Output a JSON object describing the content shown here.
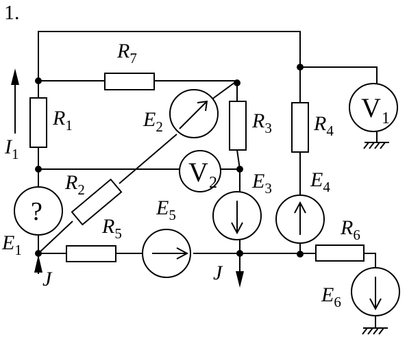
{
  "problem_number": "1.",
  "labels": {
    "R1": {
      "main": "R",
      "sub": "1"
    },
    "R2": {
      "main": "R",
      "sub": "2"
    },
    "R3": {
      "main": "R",
      "sub": "3"
    },
    "R4": {
      "main": "R",
      "sub": "4"
    },
    "R5": {
      "main": "R",
      "sub": "5"
    },
    "R6": {
      "main": "R",
      "sub": "6"
    },
    "R7": {
      "main": "R",
      "sub": "7"
    },
    "E1": {
      "main": "E",
      "sub": "1"
    },
    "E2": {
      "main": "E",
      "sub": "2"
    },
    "E3": {
      "main": "E",
      "sub": "3"
    },
    "E4": {
      "main": "E",
      "sub": "4"
    },
    "E5": {
      "main": "E",
      "sub": "5"
    },
    "E6": {
      "main": "E",
      "sub": "6"
    },
    "I1": {
      "main": "I",
      "sub": "1"
    },
    "J_left": "J",
    "J_mid": "J"
  },
  "meters": {
    "V1": {
      "main": "V",
      "sub": "1"
    },
    "V2": {
      "main": "V",
      "sub": "2"
    }
  },
  "unknown_element": "?"
}
